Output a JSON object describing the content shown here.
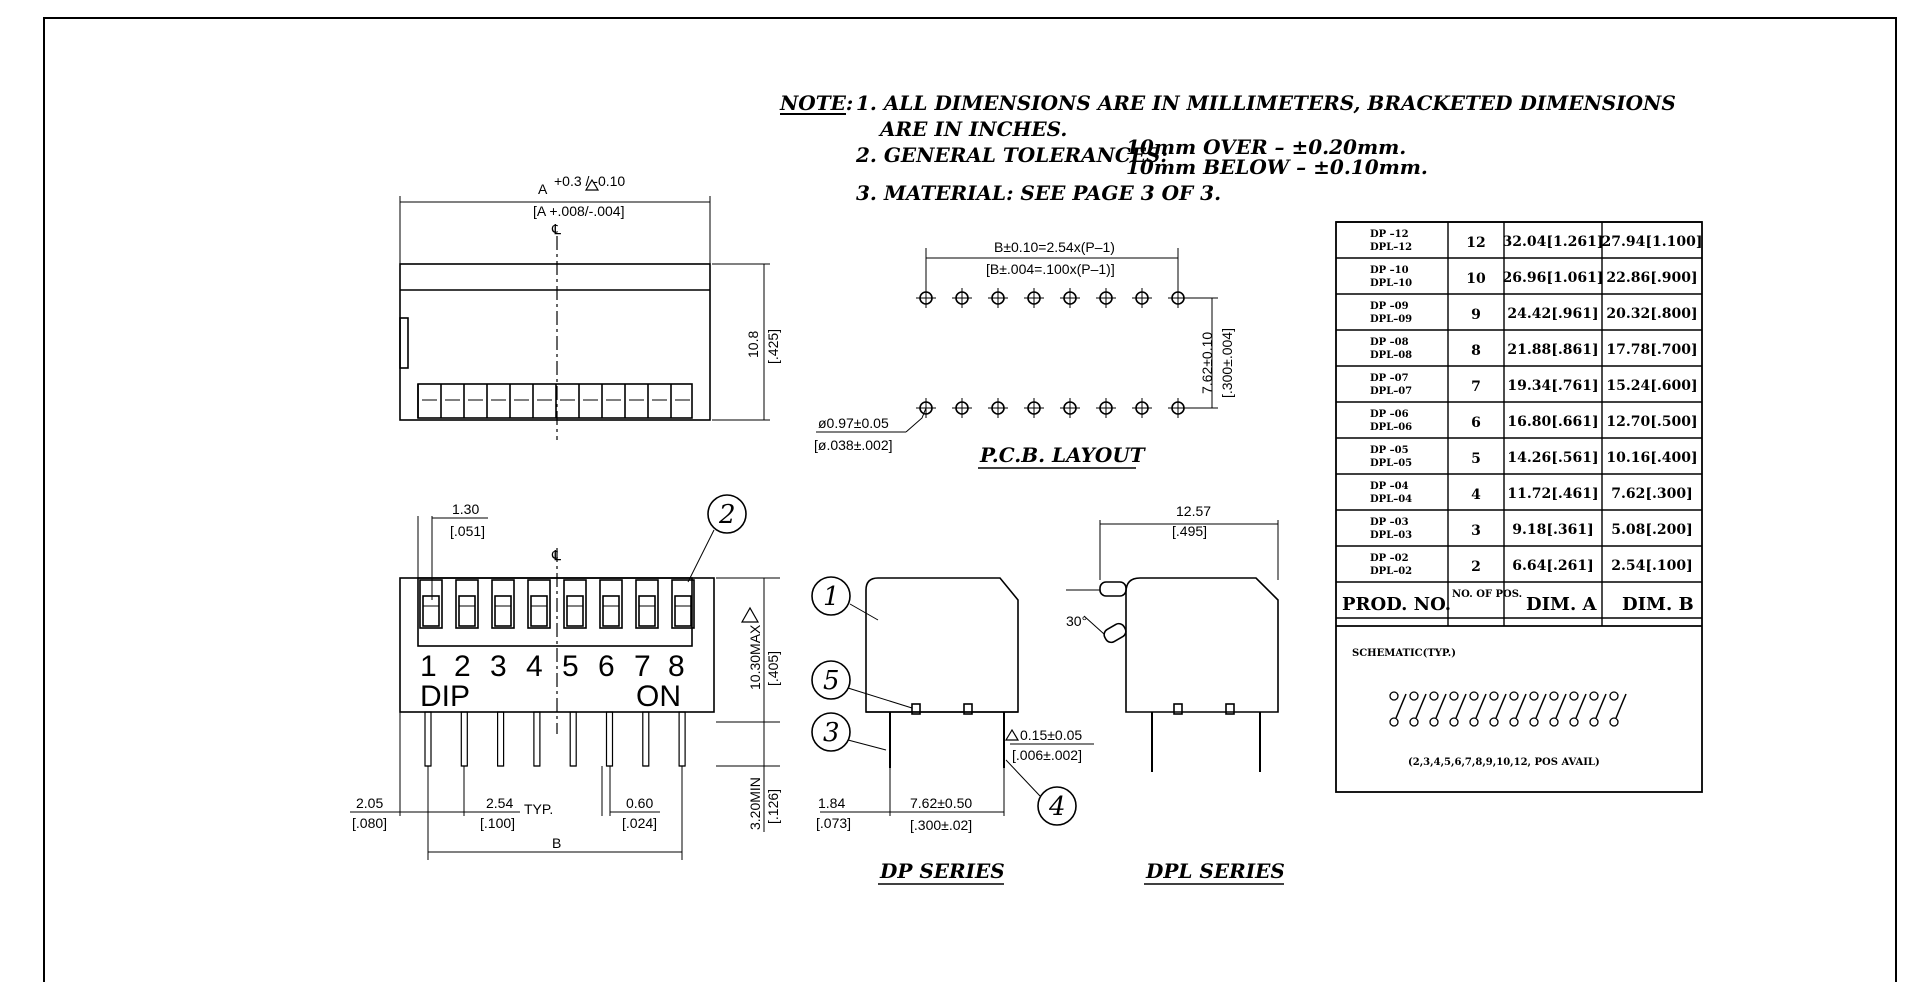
{
  "notes": {
    "label": "NOTE:",
    "line1": "1. ALL DIMENSIONS ARE IN MILLIMETERS, BRACKETED DIMENSIONS",
    "line1b": "ARE IN INCHES.",
    "line2": "2. GENERAL TOLERANCES:",
    "tol_over": "10mm  OVER  –  ±0.20mm.",
    "tol_below": "10mm  BELOW  –  ±0.10mm.",
    "line3": "3. MATERIAL:  SEE  PAGE  3  OF  3."
  },
  "top_view": {
    "dim_a": "A",
    "dim_a_tol": "+0.3 / -0.10",
    "dim_a_in": "[A +.008/-.004]",
    "center_mark": "℄",
    "height_mm": "10.8",
    "height_in": "[.425]"
  },
  "pcb_layout": {
    "title": "P.C.B.  LAYOUT",
    "dim_b": "B±0.10=2.54x(P–1)",
    "dim_b_in": "[B±.004=.100x(P–1)]",
    "row_spacing": "7.62±0.10",
    "row_spacing_in": "[.300±.004]",
    "hole_dia": "ø0.97±0.05",
    "hole_dia_in": "[ø.038±.002]"
  },
  "front_view": {
    "actuator_width": "1.30",
    "actuator_width_in": "[.051]",
    "center_mark": "℄",
    "positions": [
      "1",
      "2",
      "3",
      "4",
      "5",
      "6",
      "7",
      "8"
    ],
    "dip_label": "DIP",
    "on_label": "ON",
    "height_max": "10.30MAX",
    "height_max_in": "[.405]",
    "pin_min": "3.20MIN",
    "pin_min_in": "[.126]",
    "offset": "2.05",
    "offset_in": "[.080]",
    "pitch": "2.54",
    "pitch_in": "[.100]",
    "pitch_typ": "TYP.",
    "pin_width": "0.60",
    "pin_width_in": "[.024]",
    "dim_b": "B",
    "callout": "2"
  },
  "dp_series": {
    "title": "DP  SERIES",
    "callouts": [
      "1",
      "5",
      "3",
      "4"
    ],
    "offset": "1.84",
    "offset_in": "[.073]",
    "row_spacing": "7.62±0.50",
    "row_spacing_in": "[.300±.02]",
    "pin_thick": "0.15±0.05",
    "pin_thick_in": "[.006±.002]"
  },
  "dpl_series": {
    "title": "DPL  SERIES",
    "width": "12.57",
    "width_in": "[.495]",
    "angle": "30°"
  },
  "table": {
    "headers": {
      "prod": "PROD.  NO.",
      "pos": "NO. OF POS.",
      "dim_a": "DIM.  A",
      "dim_b": "DIM.  B"
    },
    "rows": [
      {
        "prod": "DP  –12 / DPL–12",
        "pos": "12",
        "dim_a": "32.04[1.261]",
        "dim_b": "27.94[1.100]"
      },
      {
        "prod": "DP  –10 / DPL–10",
        "pos": "10",
        "dim_a": "26.96[1.061]",
        "dim_b": "22.86[.900]"
      },
      {
        "prod": "DP  –09 / DPL–09",
        "pos": "9",
        "dim_a": "24.42[.961]",
        "dim_b": "20.32[.800]"
      },
      {
        "prod": "DP  –08 / DPL–08",
        "pos": "8",
        "dim_a": "21.88[.861]",
        "dim_b": "17.78[.700]"
      },
      {
        "prod": "DP  –07 / DPL–07",
        "pos": "7",
        "dim_a": "19.34[.761]",
        "dim_b": "15.24[.600]"
      },
      {
        "prod": "DP  –06 / DPL–06",
        "pos": "6",
        "dim_a": "16.80[.661]",
        "dim_b": "12.70[.500]"
      },
      {
        "prod": "DP  –05 / DPL–05",
        "pos": "5",
        "dim_a": "14.26[.561]",
        "dim_b": "10.16[.400]"
      },
      {
        "prod": "DP  –04 / DPL–04",
        "pos": "4",
        "dim_a": "11.72[.461]",
        "dim_b": "7.62[.300]"
      },
      {
        "prod": "DP  –03 / DPL–03",
        "pos": "3",
        "dim_a": "9.18[.361]",
        "dim_b": "5.08[.200]"
      },
      {
        "prod": "DP  –02 / DPL–02",
        "pos": "2",
        "dim_a": "6.64[.261]",
        "dim_b": "2.54[.100]"
      }
    ]
  },
  "schematic": {
    "title": "SCHEMATIC(TYP.)",
    "avail": "(2,3,4,5,6,7,8,9,10,12,  POS  AVAIL)"
  }
}
